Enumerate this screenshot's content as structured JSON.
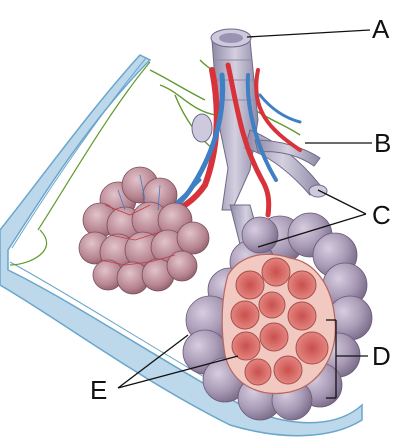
{
  "labels": {
    "a": "A",
    "b": "B",
    "c": "C",
    "d": "D",
    "e": "E"
  },
  "colors": {
    "pleura": "#bcd8ea",
    "pleura_line": "#6aa6cc",
    "nerve": "#5f9a2e",
    "artery": "#d8323a",
    "vein": "#3f7fc4",
    "alveoli": "#a89ab5",
    "alveoli_cut": "#e07f7b",
    "capillary_sac": "#b5838f"
  }
}
